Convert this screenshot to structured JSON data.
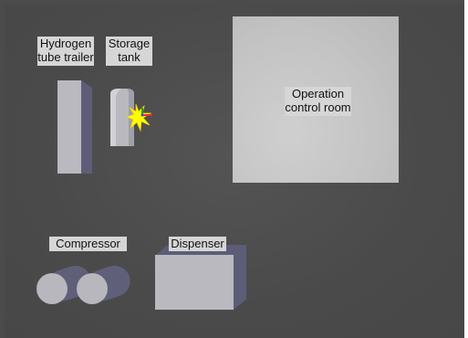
{
  "labels": {
    "trailer_line1": "Hydrogen",
    "trailer_line2": "tube trailer",
    "tank_line1": "Storage",
    "tank_line2": "tank",
    "room_line1": "Operation",
    "room_line2": "control room",
    "compressor": "Compressor",
    "dispenser": "Dispenser"
  },
  "colors": {
    "background": "#4a4a4a",
    "label_bg": "#d6d6d6",
    "object_face": "#b9b9bf",
    "object_side": "#5d5d78",
    "leak_marker": "#ffff00"
  },
  "icons": {
    "leak_marker": "explosion-star-icon",
    "axis_gizmo": "axis-gizmo-icon"
  }
}
